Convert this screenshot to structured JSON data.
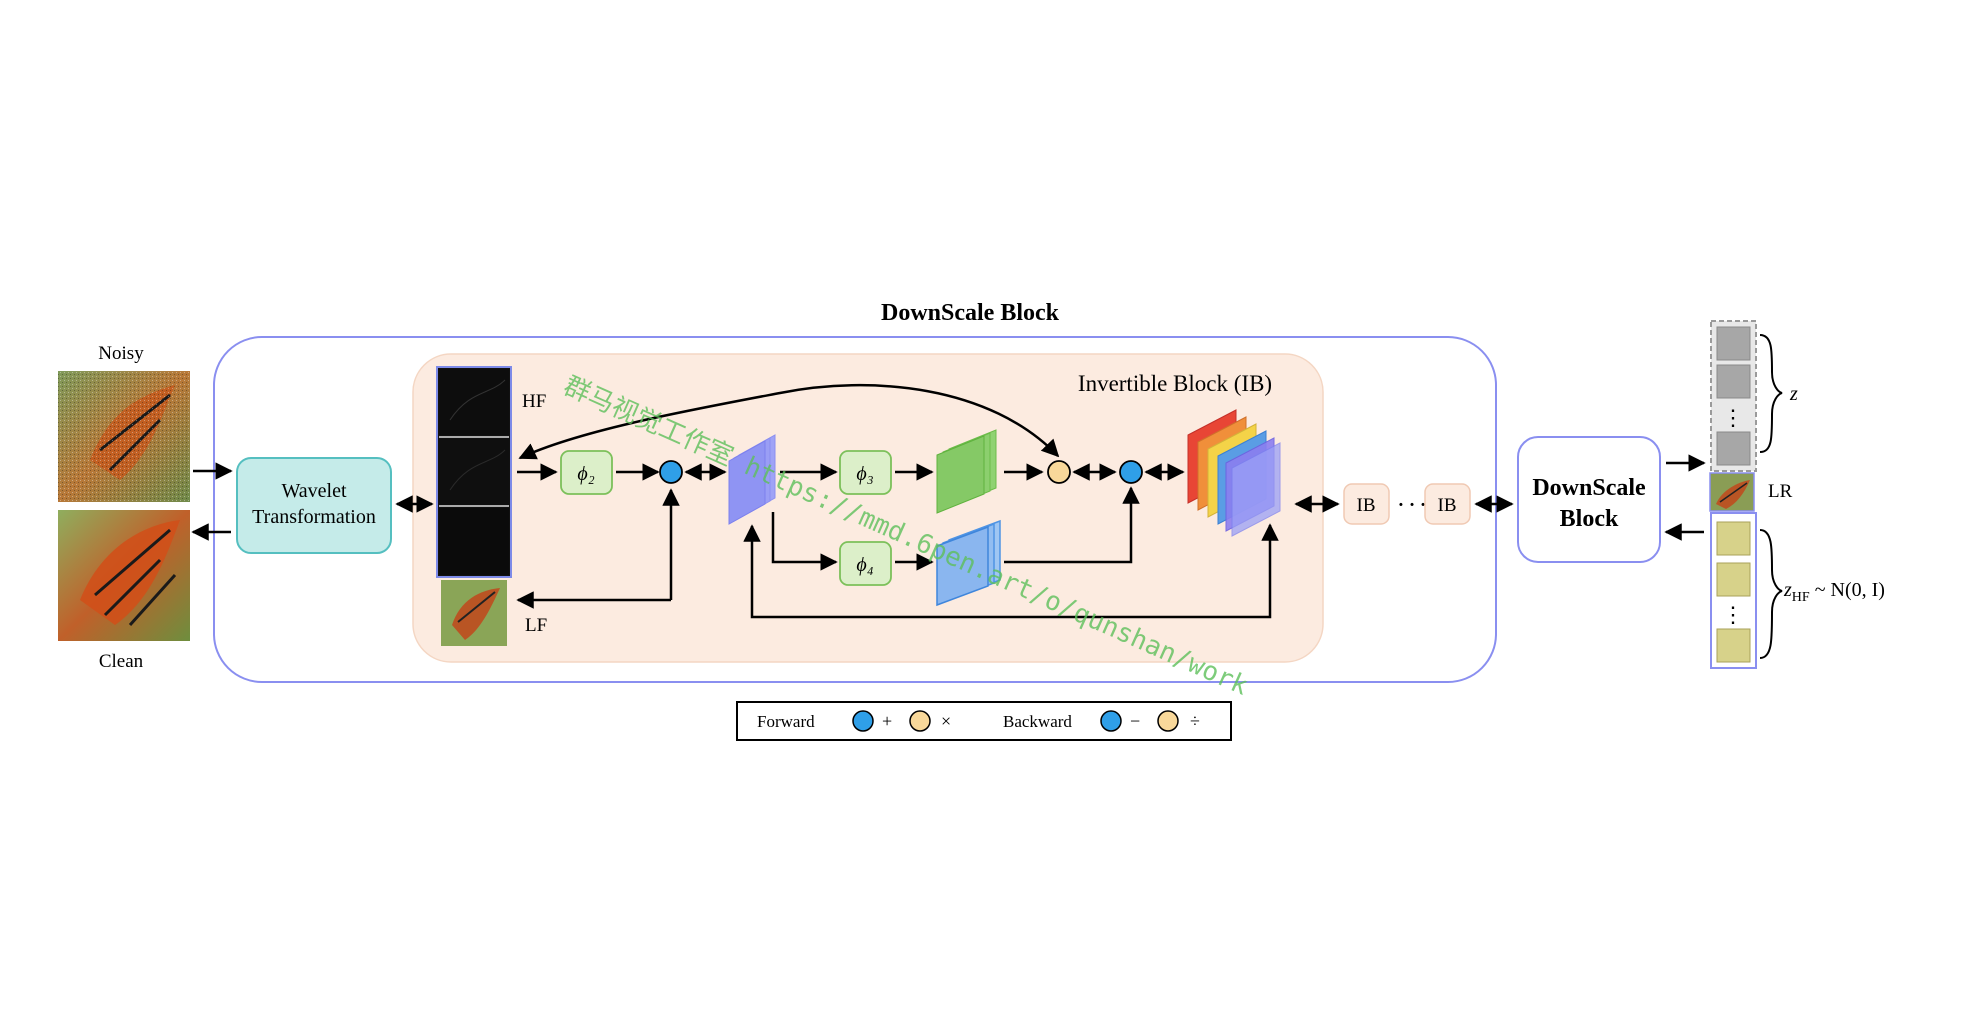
{
  "diagram": {
    "outer_title": "DownScale Block",
    "inner_title": "Invertible Block (IB)",
    "input_noisy_label": "Noisy",
    "input_clean_label": "Clean",
    "wavelet_line1": "Wavelet",
    "wavelet_line2": "Transformation",
    "hf_label": "HF",
    "lf_label": "LF",
    "phi2": "ϕ₂",
    "phi3": "ϕ₃",
    "phi4": "ϕ₄",
    "ib_label_1": "IB",
    "ib_dots": "· · ·",
    "ib_label_2": "IB",
    "downscale_line1": "DownScale",
    "downscale_line2": "Block",
    "z_label": "z",
    "lr_label": "LR",
    "zhf_prefix": "z",
    "zhf_sub": "HF",
    "zhf_suffix": " ~ N(0, I)",
    "vdots": "⋮"
  },
  "legend": {
    "forward": "Forward",
    "plus": "+",
    "times": "×",
    "backward": "Backward",
    "minus": "−",
    "divide": "÷"
  },
  "watermark": {
    "text": "群马视觉工作室 https://mmd.6pen.art/o/qunshan/work"
  },
  "colors": {
    "outer_border": "#8a8ff0",
    "ib_fill": "#fcebe0",
    "wavelet_fill": "#c5ebe9",
    "phi_fill": "#dcefc9",
    "phi_border": "#7cc05a",
    "blue_node": "#2f9fe8",
    "yellow_node": "#f8d89a",
    "watermark": "#5dbf5a"
  }
}
